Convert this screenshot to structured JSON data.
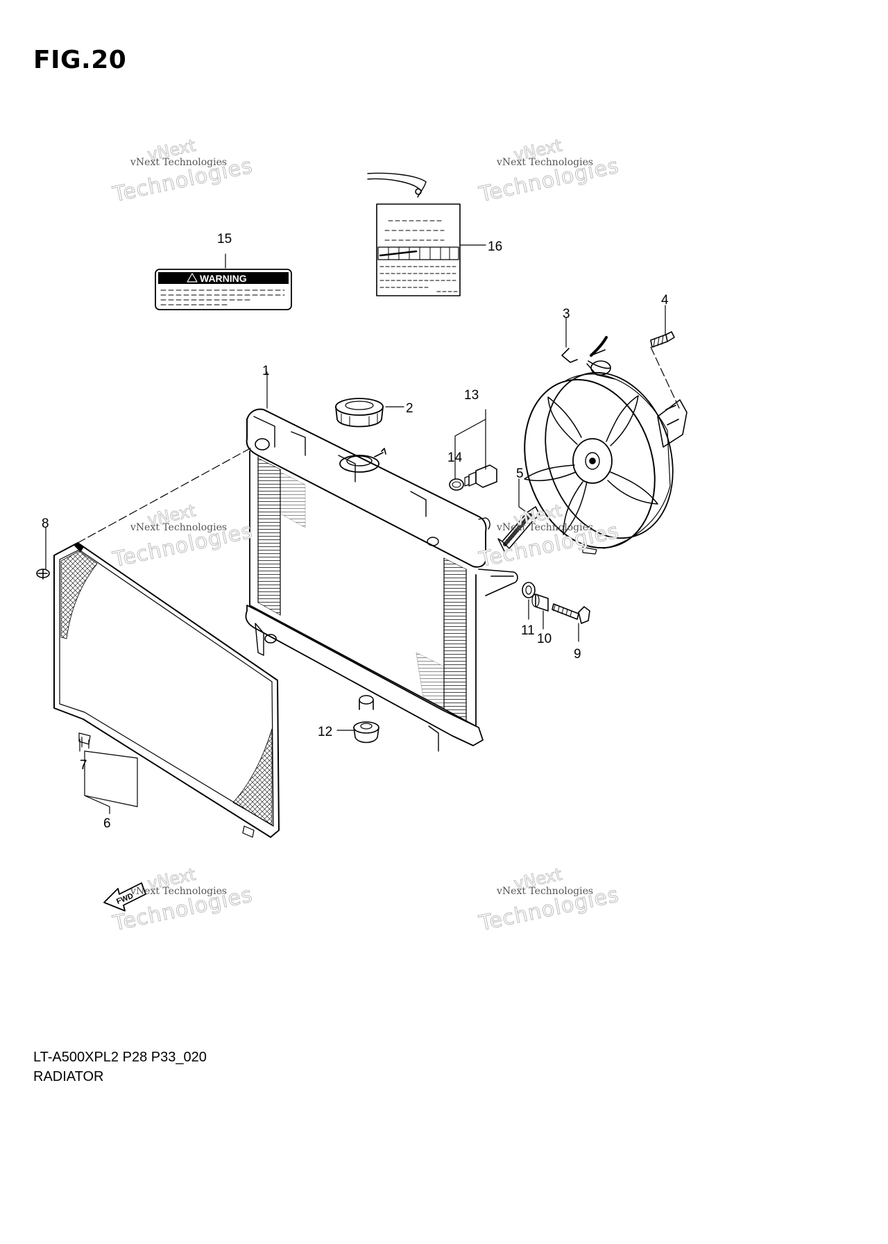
{
  "figure": {
    "title": "FIG.20",
    "model_code": "LT-A500XPL2 P28 P33_020",
    "section_name": "RADIATOR"
  },
  "labels": {
    "warning_text": "WARNING",
    "fwd_text": "FWD"
  },
  "callouts": [
    "1",
    "2",
    "3",
    "4",
    "5",
    "6",
    "7",
    "8",
    "9",
    "10",
    "11",
    "12",
    "13",
    "14",
    "15",
    "16"
  ],
  "watermark": {
    "brand_top": "vNext",
    "brand_line": "vNext Technologies",
    "brand_big": "Technologies"
  }
}
